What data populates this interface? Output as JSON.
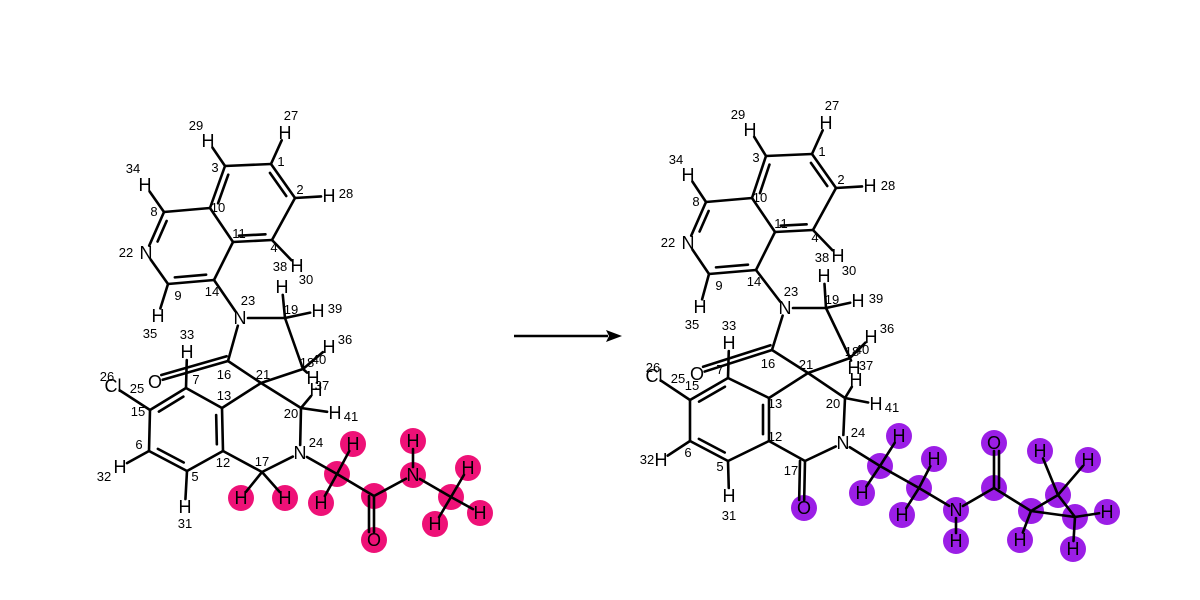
{
  "colors": {
    "left_highlight": "#ee1177",
    "right_highlight": "#9b1ee6"
  },
  "reactant": {
    "atoms": [
      {
        "id": "c1",
        "el": "",
        "idx": "1"
      },
      {
        "id": "c2",
        "el": "",
        "idx": "2"
      },
      {
        "id": "c3",
        "el": "",
        "idx": "3"
      },
      {
        "id": "c4",
        "el": "",
        "idx": "4"
      },
      {
        "id": "c5",
        "el": "",
        "idx": "5"
      },
      {
        "id": "c6",
        "el": "",
        "idx": "6"
      },
      {
        "id": "c7",
        "el": "",
        "idx": "7"
      },
      {
        "id": "c8",
        "el": "",
        "idx": "8"
      },
      {
        "id": "c9",
        "el": "",
        "idx": "9"
      },
      {
        "id": "c10",
        "el": "",
        "idx": "10"
      },
      {
        "id": "c11",
        "el": "",
        "idx": "11"
      },
      {
        "id": "c12",
        "el": "",
        "idx": "12"
      },
      {
        "id": "c13",
        "el": "",
        "idx": "13"
      },
      {
        "id": "c14",
        "el": "",
        "idx": "14"
      },
      {
        "id": "c15",
        "el": "",
        "idx": "15"
      },
      {
        "id": "c16",
        "el": "",
        "idx": "16"
      },
      {
        "id": "c17",
        "el": "",
        "idx": "17"
      },
      {
        "id": "c18",
        "el": "",
        "idx": "18"
      },
      {
        "id": "c19",
        "el": "",
        "idx": "19"
      },
      {
        "id": "c20",
        "el": "",
        "idx": "20"
      },
      {
        "id": "c21",
        "el": "",
        "idx": "21"
      },
      {
        "id": "n22",
        "el": "N",
        "idx": "22"
      },
      {
        "id": "n23",
        "el": "N",
        "idx": "23"
      },
      {
        "id": "n24",
        "el": "N",
        "idx": "24"
      },
      {
        "id": "cl25",
        "el": "Cl",
        "idx": "25"
      },
      {
        "id": "o26",
        "el": "O",
        "idx": "26"
      },
      {
        "id": "h27",
        "el": "H",
        "idx": "27"
      },
      {
        "id": "h28",
        "el": "H",
        "idx": "28"
      },
      {
        "id": "h29",
        "el": "H",
        "idx": "29"
      },
      {
        "id": "h30",
        "el": "H",
        "idx": "30"
      },
      {
        "id": "h31",
        "el": "H",
        "idx": "31"
      },
      {
        "id": "h32",
        "el": "H",
        "idx": "32"
      },
      {
        "id": "h33",
        "el": "H",
        "idx": "33"
      },
      {
        "id": "h34",
        "el": "H",
        "idx": "34"
      },
      {
        "id": "h35",
        "el": "H",
        "idx": "35"
      },
      {
        "id": "h36",
        "el": "H",
        "idx": "36"
      },
      {
        "id": "h37",
        "el": "H",
        "idx": "37"
      },
      {
        "id": "h38",
        "el": "H",
        "idx": "38"
      },
      {
        "id": "h39",
        "el": "H",
        "idx": "39"
      },
      {
        "id": "h40",
        "el": "H",
        "idx": "40"
      },
      {
        "id": "h41",
        "el": "H",
        "idx": "41"
      },
      {
        "id": "h17a",
        "el": "H",
        "idx": ""
      },
      {
        "id": "h17b",
        "el": "H",
        "idx": ""
      },
      {
        "id": "ca",
        "el": "",
        "idx": ""
      },
      {
        "id": "ha1",
        "el": "H",
        "idx": ""
      },
      {
        "id": "ha2",
        "el": "H",
        "idx": ""
      },
      {
        "id": "cb",
        "el": "",
        "idx": ""
      },
      {
        "id": "ob",
        "el": "O",
        "idx": ""
      },
      {
        "id": "nc",
        "el": "N",
        "idx": ""
      },
      {
        "id": "hn",
        "el": "H",
        "idx": ""
      },
      {
        "id": "cd",
        "el": "",
        "idx": ""
      },
      {
        "id": "hd1",
        "el": "H",
        "idx": ""
      },
      {
        "id": "hd2",
        "el": "H",
        "idx": ""
      },
      {
        "id": "hd3",
        "el": "H",
        "idx": ""
      }
    ]
  },
  "product": {
    "atoms": [
      {
        "id": "c1",
        "el": "",
        "idx": "1"
      },
      {
        "id": "c2",
        "el": "",
        "idx": "2"
      },
      {
        "id": "c3",
        "el": "",
        "idx": "3"
      },
      {
        "id": "c4",
        "el": "",
        "idx": "4"
      },
      {
        "id": "c5",
        "el": "",
        "idx": "5"
      },
      {
        "id": "c6",
        "el": "",
        "idx": "6"
      },
      {
        "id": "c7",
        "el": "",
        "idx": "7"
      },
      {
        "id": "c8",
        "el": "",
        "idx": "8"
      },
      {
        "id": "c9",
        "el": "",
        "idx": "9"
      },
      {
        "id": "c10",
        "el": "",
        "idx": "10"
      },
      {
        "id": "c11",
        "el": "",
        "idx": "11"
      },
      {
        "id": "c12",
        "el": "",
        "idx": "12"
      },
      {
        "id": "c13",
        "el": "",
        "idx": "13"
      },
      {
        "id": "c14",
        "el": "",
        "idx": "14"
      },
      {
        "id": "c15",
        "el": "",
        "idx": "15"
      },
      {
        "id": "c16",
        "el": "",
        "idx": "16"
      },
      {
        "id": "c17",
        "el": "",
        "idx": "17"
      },
      {
        "id": "c18",
        "el": "",
        "idx": "18"
      },
      {
        "id": "c19",
        "el": "",
        "idx": "19"
      },
      {
        "id": "c20",
        "el": "",
        "idx": "20"
      },
      {
        "id": "c21",
        "el": "",
        "idx": "21"
      },
      {
        "id": "n22",
        "el": "N",
        "idx": "22"
      },
      {
        "id": "n23",
        "el": "N",
        "idx": "23"
      },
      {
        "id": "n24",
        "el": "N",
        "idx": "24"
      },
      {
        "id": "cl25",
        "el": "Cl",
        "idx": "25"
      },
      {
        "id": "o26",
        "el": "O",
        "idx": "26"
      },
      {
        "id": "h27",
        "el": "H",
        "idx": "27"
      },
      {
        "id": "h28",
        "el": "H",
        "idx": "28"
      },
      {
        "id": "h29",
        "el": "H",
        "idx": "29"
      },
      {
        "id": "h30",
        "el": "H",
        "idx": "30"
      },
      {
        "id": "h31",
        "el": "H",
        "idx": "31"
      },
      {
        "id": "h32",
        "el": "H",
        "idx": "32"
      },
      {
        "id": "h33",
        "el": "H",
        "idx": "33"
      },
      {
        "id": "h34",
        "el": "H",
        "idx": "34"
      },
      {
        "id": "h35",
        "el": "H",
        "idx": "35"
      },
      {
        "id": "h36",
        "el": "H",
        "idx": "36"
      },
      {
        "id": "h37",
        "el": "H",
        "idx": "37"
      },
      {
        "id": "h38",
        "el": "H",
        "idx": "38"
      },
      {
        "id": "h39",
        "el": "H",
        "idx": "39"
      },
      {
        "id": "h40",
        "el": "H",
        "idx": "40"
      },
      {
        "id": "h41",
        "el": "H",
        "idx": "41"
      },
      {
        "id": "o17",
        "el": "O",
        "idx": ""
      },
      {
        "id": "pa",
        "el": "",
        "idx": ""
      },
      {
        "id": "ha1",
        "el": "H",
        "idx": ""
      },
      {
        "id": "ha2",
        "el": "H",
        "idx": ""
      },
      {
        "id": "pb",
        "el": "",
        "idx": ""
      },
      {
        "id": "hb1",
        "el": "H",
        "idx": ""
      },
      {
        "id": "hb2",
        "el": "H",
        "idx": ""
      },
      {
        "id": "pn",
        "el": "N",
        "idx": ""
      },
      {
        "id": "hn",
        "el": "H",
        "idx": ""
      },
      {
        "id": "pc",
        "el": "",
        "idx": ""
      },
      {
        "id": "pco",
        "el": "O",
        "idx": ""
      },
      {
        "id": "pd",
        "el": "",
        "idx": ""
      },
      {
        "id": "hd",
        "el": "H",
        "idx": ""
      },
      {
        "id": "pe",
        "el": "",
        "idx": ""
      },
      {
        "id": "he1",
        "el": "H",
        "idx": ""
      },
      {
        "id": "he2",
        "el": "H",
        "idx": ""
      },
      {
        "id": "pf",
        "el": "",
        "idx": ""
      },
      {
        "id": "hf1",
        "el": "H",
        "idx": ""
      },
      {
        "id": "hf2",
        "el": "H",
        "idx": ""
      }
    ]
  }
}
